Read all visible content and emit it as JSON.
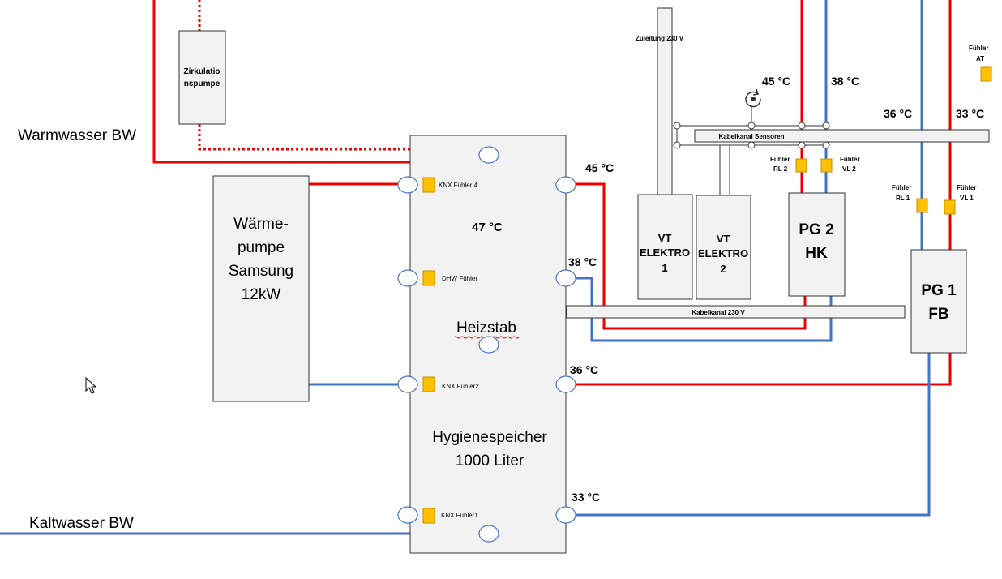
{
  "colors": {
    "hot": "#ee0000",
    "cold": "#4472c4",
    "box_fill": "#f2f2f2",
    "box_stroke": "#333333",
    "sensor_fill": "#ffc000",
    "sensor_stroke": "#c09000",
    "line_black": "#333333"
  },
  "labels": {
    "warmwasser": "Warmwasser BW",
    "kaltwasser": "Kaltwasser BW",
    "zirk_line1": "Zirkulatio",
    "zirk_line2": "nspumpe",
    "wp_line1": "Wärme-",
    "wp_line2": "pumpe",
    "wp_line3": "Samsung",
    "wp_line4": "12kW",
    "tank_temp": "47 °C",
    "heizstab": "Heizstab",
    "tank_line1": "Hygienespeicher",
    "tank_line2": "1000 Liter",
    "knx4": "KNX Fühler 4",
    "dhw": "DHW Fühler",
    "knx2": "KNX Fühler2",
    "knx1": "KNX Fühler1",
    "t_45": "45 °C",
    "t_38": "38 °C",
    "t_36": "36 °C",
    "t_33": "33 °C",
    "zuleitung": "Zuleitung 230 V",
    "kabel_sensoren": "Kabelkanal Sensoren",
    "kabel_230": "Kabelkanal 230 V",
    "vt1_line1": "VT",
    "vt1_line2": "ELEKTRO",
    "vt1_line3": "1",
    "vt2_line1": "VT",
    "vt2_line2": "ELEKTRO",
    "vt2_line3": "2",
    "pg2_line1": "PG 2",
    "pg2_line2": "HK",
    "pg1_line1": "PG 1",
    "pg1_line2": "FB",
    "top_45": "45 °C",
    "top_38": "38 °C",
    "top_36": "36 °C",
    "top_33": "33 °C",
    "fuehler": "Fühler",
    "rl2": "RL 2",
    "vl2": "VL 2",
    "rl1": "RL 1",
    "vl1": "VL 1",
    "at": "AT"
  }
}
